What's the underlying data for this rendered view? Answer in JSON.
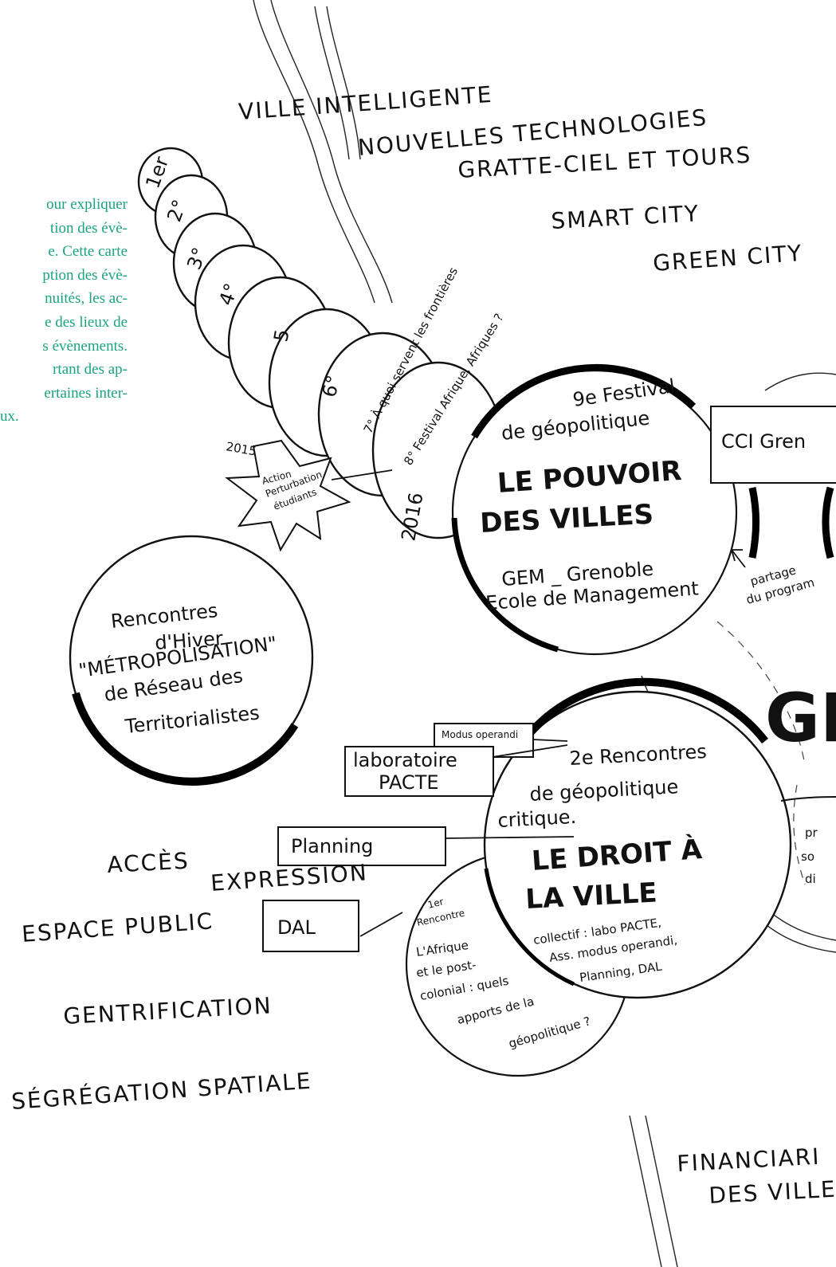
{
  "sidebar": {
    "lines": [
      "our expliquer",
      "tion des évè-",
      "e. Cette carte",
      "ption des évè-",
      "nuités, les ac-",
      "e des lieux de",
      "s évènements.",
      "rtant des ap-",
      "ertaines inter-",
      "ux."
    ],
    "color": "#1aa57c"
  },
  "keywords": {
    "ville_intelligente": "VILLE INTELLIGENTE",
    "nouvelles_technologies": "NOUVELLES TECHNOLOGIES",
    "gratte_ciel": "GRATTE-CIEL ET TOURS",
    "smart_city": "SMART CITY",
    "green_city": "GREEN CITY",
    "acces": "ACCÈS",
    "expression": "EXPRESSION",
    "espace_public": "ESPACE PUBLIC",
    "gentrification": "GENTRIFICATION",
    "segregation": "SÉGRÉGATION SPATIALE",
    "financiarisation": "FINANCIARI",
    "des_villes": "DES VILLE"
  },
  "editions": {
    "e1": "1er",
    "e2": "2°",
    "e3": "3°",
    "e4": "4°",
    "e5": "5",
    "e6": "6°",
    "e7": "7° À quoi servent les frontières",
    "e8": "8° Festival Afrique, Afriques ?",
    "y2016": "2016"
  },
  "star": {
    "year": "2015",
    "l1": "Action",
    "l2": "Perturbation",
    "l3": "étudiants"
  },
  "festival9": {
    "l1": "9e Festival",
    "l2": "de géopolitique",
    "title1": "LE POUVOIR",
    "title2": "DES VILLES",
    "org1": "GEM _ Grenoble",
    "org2": "Ecole de Management"
  },
  "cci": "CCI Gren",
  "partage": {
    "l1": "partage",
    "l2": "du program"
  },
  "rencontres_hiver": {
    "l1": "Rencontres",
    "l2": "d'Hiver",
    "l3": "\"MÉTROPOLISATION\"",
    "l4": "de Réseau des",
    "l5": "Territorialistes"
  },
  "boxes": {
    "modus": "Modus operandi",
    "labo1": "laboratoire",
    "labo2": "PACTE",
    "planning": "Planning",
    "dal": "DAL"
  },
  "gr": "GR",
  "droit": {
    "l1": "2e Rencontres",
    "l2": "de géopolitique",
    "l3": "critique.",
    "title1": "LE DROIT À",
    "title2": "LA VILLE",
    "c1": "collectif : labo PACTE,",
    "c2": "Ass. modus operandi,",
    "c3": "Planning, DAL"
  },
  "premiere": {
    "l1": "1er",
    "l2": "Rencontre",
    "l3": "L'Afrique",
    "l4": "et le post-",
    "l5": "colonial : quels",
    "l6": "apports de la",
    "l7": "géopolitique ?"
  },
  "right_edge": {
    "pr": "pr",
    "so": "so",
    "di": "di"
  }
}
